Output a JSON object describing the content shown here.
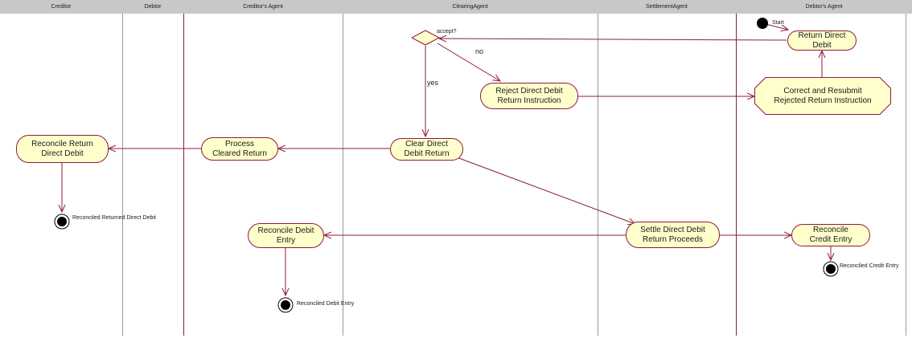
{
  "lanes": [
    "Creditor",
    "Debtor",
    "Creditor's Agent",
    "ClearingAgent",
    "SettlementAgent",
    "Debtor's Agent"
  ],
  "actions": {
    "return_direct_debit": "Return Direct\nDebit",
    "correct_and_resubmit": "Correct and Resubmit\nRejected Return Instruction",
    "reject_direct_debit": "Reject Direct Debit\nReturn Instruction",
    "clear_direct_debit": "Clear Direct\nDebit Return",
    "process_cleared_return": "Process\nCleared Return",
    "reconcile_return_direct_debit": "Reconcile Return\nDirect Debit",
    "settle_direct_debit": "Settle Direct Debit\nReturn Proceeds",
    "reconcile_debit_entry": "Reconcile Debit\nEntry",
    "reconcile_credit_entry": "Reconcile\nCredit Entry"
  },
  "nodes": {
    "start": "Start",
    "decision": "accept?",
    "end_returned": "Reconciled Returned Direct Debit",
    "end_debit": "Reconciled Debit Entry",
    "end_credit": "Reconciled Credit Entry"
  },
  "edge_labels": {
    "no": "no",
    "yes": "yes"
  },
  "colors": {
    "header": "#c8c8c8",
    "line": "#8c1c3c",
    "fill": "#ffffcc",
    "divider": "#9a9a9a"
  }
}
